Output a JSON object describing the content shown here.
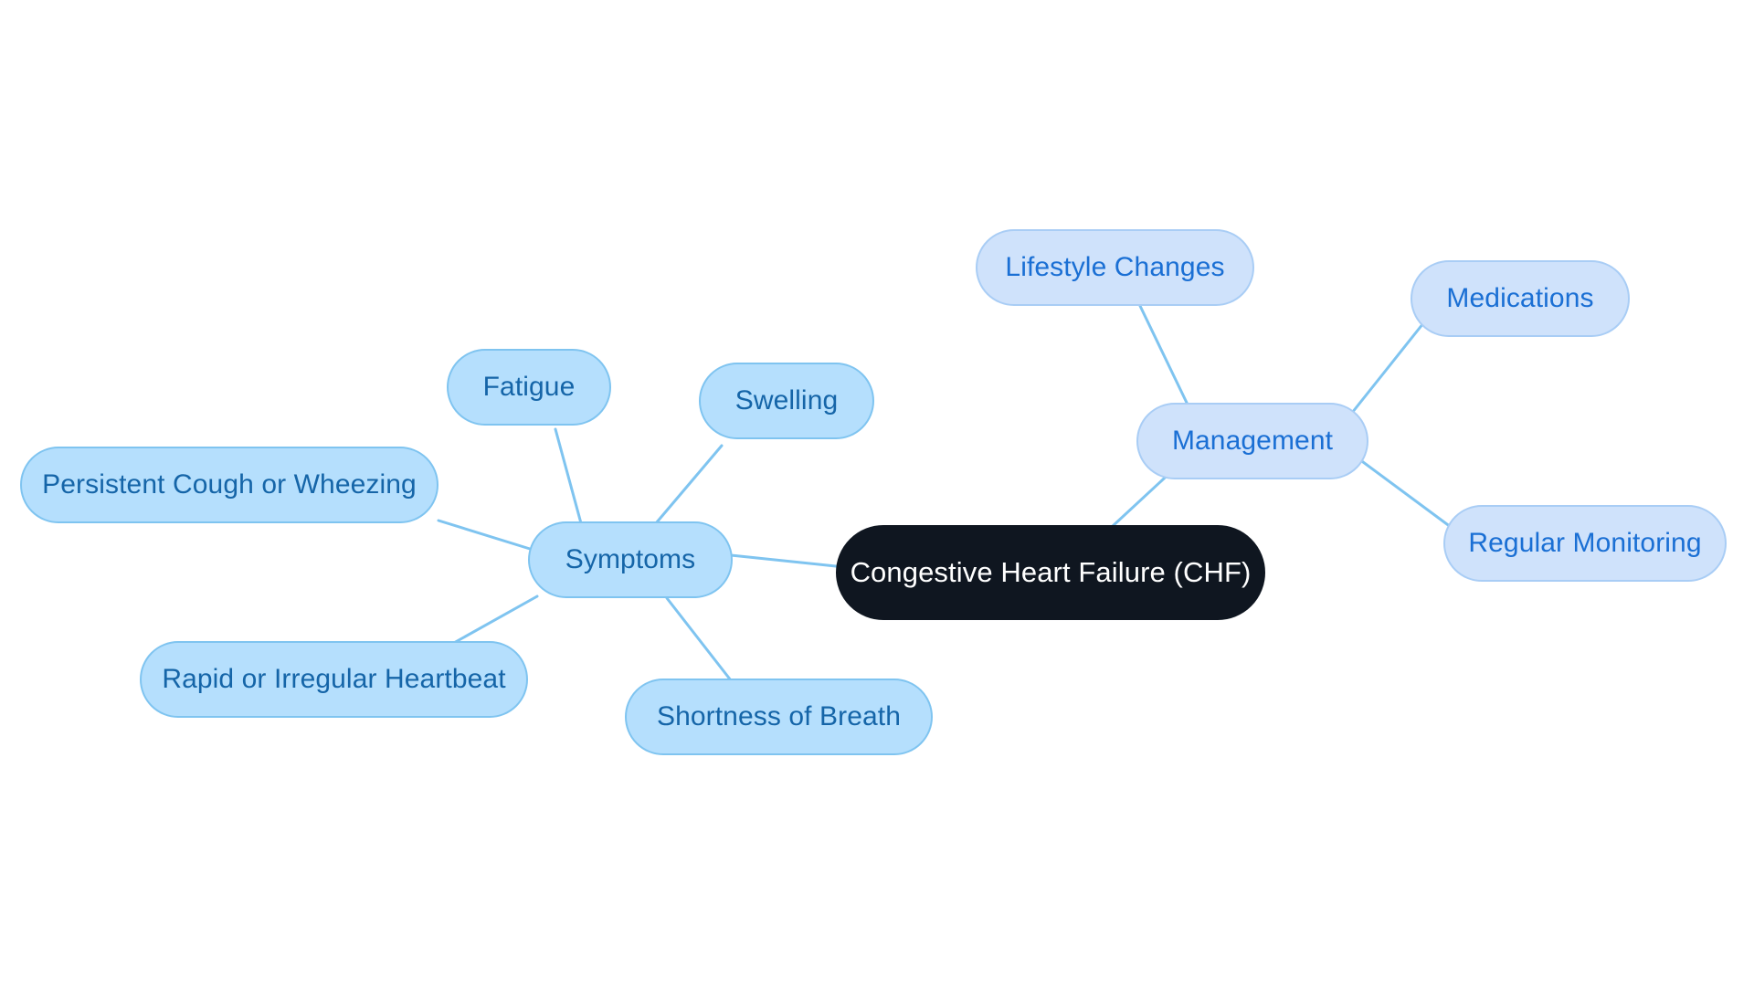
{
  "diagram": {
    "type": "mind-map",
    "title": "Congestive Heart Failure (CHF)",
    "background_color": "#ffffff",
    "palette": {
      "root_fill": "#0f1620",
      "root_text": "#ffffff",
      "symptoms_fill": "#b5dffd",
      "symptoms_border": "#7fc4f0",
      "symptoms_text": "#1565a8",
      "management_fill": "#cfe2fb",
      "management_border": "#a9cdf5",
      "management_text": "#1a6fd4",
      "edge_color": "#7fc4f0"
    }
  },
  "nodes": {
    "root": {
      "label": "Congestive Heart Failure (CHF)"
    },
    "symptoms": {
      "label": "Symptoms"
    },
    "management": {
      "label": "Management"
    },
    "persistent_cough": {
      "label": "Persistent Cough or Wheezing"
    },
    "fatigue": {
      "label": "Fatigue"
    },
    "swelling": {
      "label": "Swelling"
    },
    "rapid_heartbeat": {
      "label": "Rapid or Irregular Heartbeat"
    },
    "shortness_of_breath": {
      "label": "Shortness of Breath"
    },
    "lifestyle_changes": {
      "label": "Lifestyle Changes"
    },
    "medications": {
      "label": "Medications"
    },
    "regular_monitoring": {
      "label": "Regular Monitoring"
    }
  },
  "edges": [
    {
      "from": "root",
      "to": "symptoms"
    },
    {
      "from": "root",
      "to": "management"
    },
    {
      "from": "symptoms",
      "to": "persistent_cough"
    },
    {
      "from": "symptoms",
      "to": "fatigue"
    },
    {
      "from": "symptoms",
      "to": "swelling"
    },
    {
      "from": "symptoms",
      "to": "rapid_heartbeat"
    },
    {
      "from": "symptoms",
      "to": "shortness_of_breath"
    },
    {
      "from": "management",
      "to": "lifestyle_changes"
    },
    {
      "from": "management",
      "to": "medications"
    },
    {
      "from": "management",
      "to": "regular_monitoring"
    }
  ]
}
